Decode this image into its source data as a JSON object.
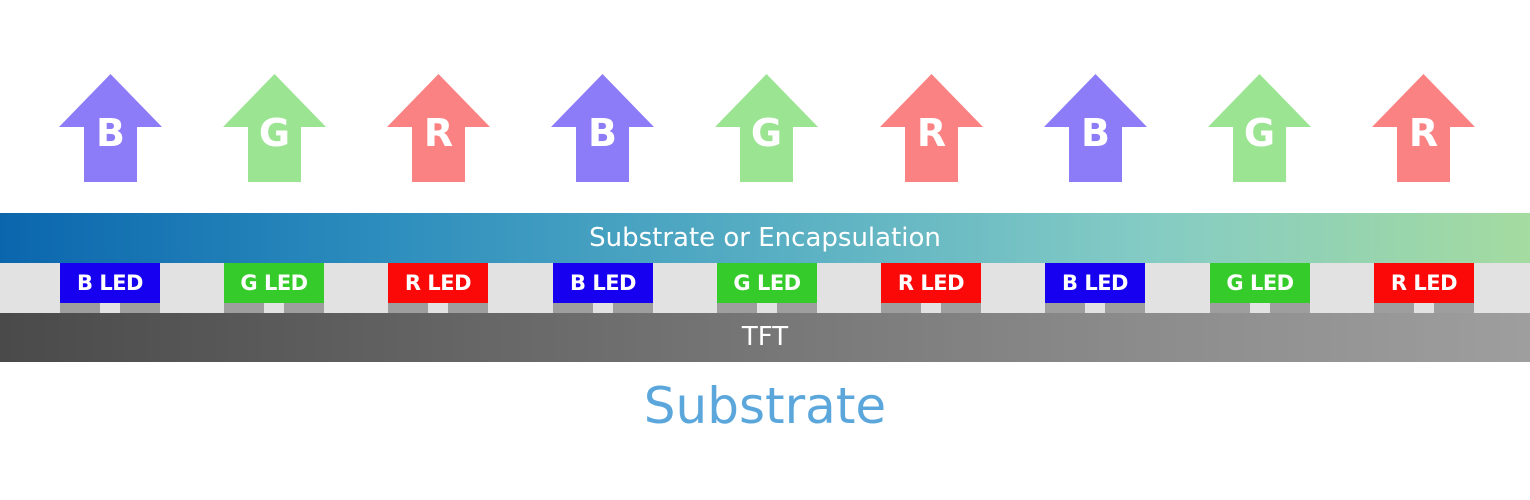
{
  "colors": {
    "arrow_B": "#8d7cf7",
    "arrow_G": "#9be492",
    "arrow_R": "#fa8282",
    "led_B": "#1700f0",
    "led_G": "#35cc2b",
    "led_R": "#fb0808",
    "led_layer_bg": "#e2e2e2",
    "pad": "#9e9e9e",
    "encap_gradient_start": "#0b66ad",
    "encap_gradient_end": "#a4dba0",
    "tft_gradient_start": "#4a4a4a",
    "tft_gradient_end": "#9e9e9e",
    "substrate_text": "#5ba7dc"
  },
  "arrows": [
    {
      "label": "B",
      "color_key": "arrow_B"
    },
    {
      "label": "G",
      "color_key": "arrow_G"
    },
    {
      "label": "R",
      "color_key": "arrow_R"
    },
    {
      "label": "B",
      "color_key": "arrow_B"
    },
    {
      "label": "G",
      "color_key": "arrow_G"
    },
    {
      "label": "R",
      "color_key": "arrow_R"
    },
    {
      "label": "B",
      "color_key": "arrow_B"
    },
    {
      "label": "G",
      "color_key": "arrow_G"
    },
    {
      "label": "R",
      "color_key": "arrow_R"
    }
  ],
  "encapsulation_label": "Substrate or Encapsulation",
  "leds": [
    {
      "label": "B LED",
      "color_key": "led_B"
    },
    {
      "label": "G LED",
      "color_key": "led_G"
    },
    {
      "label": "R LED",
      "color_key": "led_R"
    },
    {
      "label": "B LED",
      "color_key": "led_B"
    },
    {
      "label": "G LED",
      "color_key": "led_G"
    },
    {
      "label": "R LED",
      "color_key": "led_R"
    },
    {
      "label": "B LED",
      "color_key": "led_B"
    },
    {
      "label": "G LED",
      "color_key": "led_G"
    },
    {
      "label": "R LED",
      "color_key": "led_R"
    }
  ],
  "tft_label": "TFT",
  "substrate_label": "Substrate"
}
